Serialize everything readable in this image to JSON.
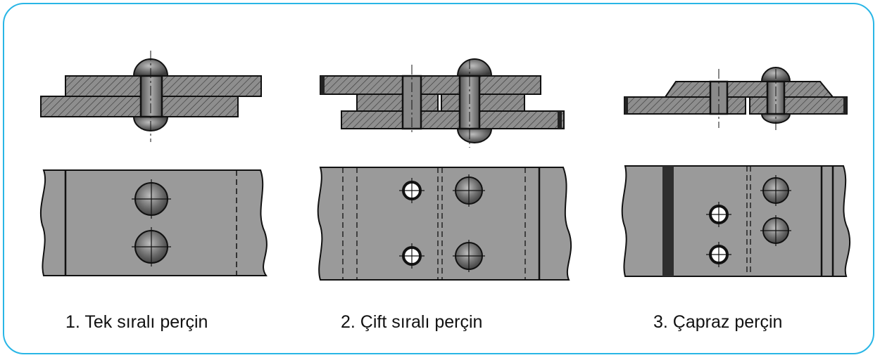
{
  "captions": {
    "single": "1. Tek sıralı perçin",
    "double": "2. Çift sıralı perçin",
    "staggered": "3. Çapraz perçin"
  },
  "colors": {
    "frame": "#29b6e6",
    "plate": "#9a9a9a",
    "outline": "#111111",
    "text": "#111111"
  }
}
